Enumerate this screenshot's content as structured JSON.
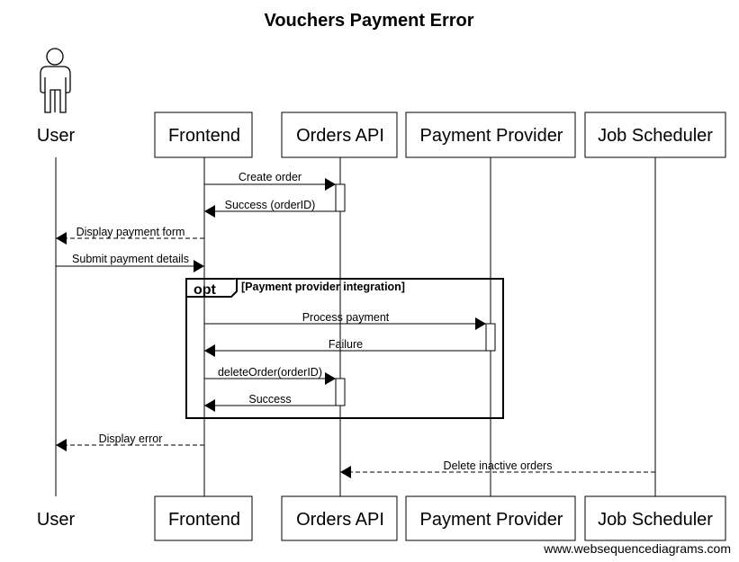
{
  "title": "Vouchers Payment Error",
  "participants": [
    {
      "id": "user",
      "label": "User",
      "actor": true
    },
    {
      "id": "frontend",
      "label": "Frontend"
    },
    {
      "id": "orders",
      "label": "Orders API"
    },
    {
      "id": "payment",
      "label": "Payment Provider"
    },
    {
      "id": "scheduler",
      "label": "Job Scheduler"
    }
  ],
  "messages": [
    {
      "from": "frontend",
      "to": "orders",
      "label": "Create order",
      "dashed": false
    },
    {
      "from": "orders",
      "to": "frontend",
      "label": "Success (orderID)",
      "dashed": false
    },
    {
      "from": "frontend",
      "to": "user",
      "label": "Display payment form",
      "dashed": true
    },
    {
      "from": "user",
      "to": "frontend",
      "label": "Submit payment details",
      "dashed": false
    },
    {
      "from": "frontend",
      "to": "payment",
      "label": "Process payment",
      "dashed": false
    },
    {
      "from": "payment",
      "to": "frontend",
      "label": "Failure",
      "dashed": false
    },
    {
      "from": "frontend",
      "to": "orders",
      "label": "deleteOrder(orderID)",
      "dashed": false
    },
    {
      "from": "orders",
      "to": "frontend",
      "label": "Success",
      "dashed": false
    },
    {
      "from": "frontend",
      "to": "user",
      "label": "Display error",
      "dashed": true
    },
    {
      "from": "scheduler",
      "to": "orders",
      "label": "Delete inactive orders",
      "dashed": true
    }
  ],
  "frame": {
    "operator": "opt",
    "condition": "[Payment provider integration]"
  },
  "watermark": "www.websequencediagrams.com"
}
